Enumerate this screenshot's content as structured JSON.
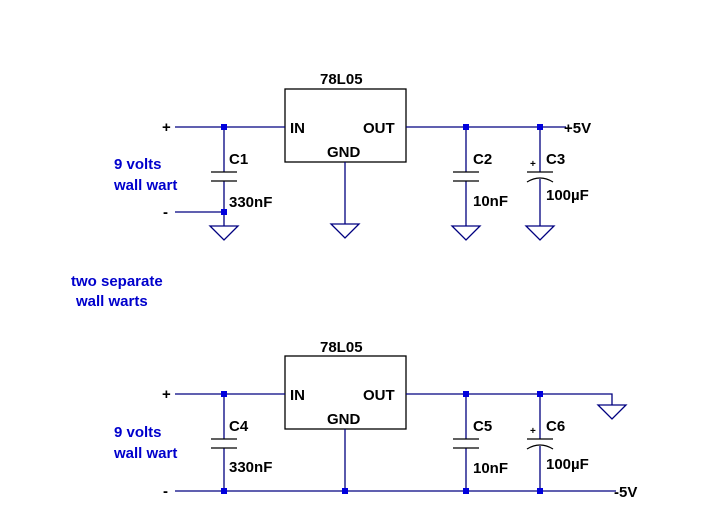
{
  "colors": {
    "wire": "#000080",
    "junction": "#0000dd",
    "note_text": "#0000cc",
    "label_text": "#000000"
  },
  "note": {
    "line1": "two separate",
    "line2": "wall warts"
  },
  "top_circuit": {
    "regulator": {
      "name": "78L05",
      "in": "IN",
      "out": "OUT",
      "gnd": "GND"
    },
    "plus": "+",
    "minus": "-",
    "source_line1": "9 volts",
    "source_line2": "wall wart",
    "c1": {
      "ref": "C1",
      "value": "330nF"
    },
    "c2": {
      "ref": "C2",
      "value": "10nF"
    },
    "c3": {
      "ref": "C3",
      "value": "100µF",
      "polarity": "+"
    },
    "output": "+5V"
  },
  "bottom_circuit": {
    "regulator": {
      "name": "78L05",
      "in": "IN",
      "out": "OUT",
      "gnd": "GND"
    },
    "plus": "+",
    "minus": "-",
    "source_line1": "9 volts",
    "source_line2": "wall wart",
    "c4": {
      "ref": "C4",
      "value": "330nF"
    },
    "c5": {
      "ref": "C5",
      "value": "10nF"
    },
    "c6": {
      "ref": "C6",
      "value": "100µF",
      "polarity": "+"
    },
    "output": "-5V"
  }
}
